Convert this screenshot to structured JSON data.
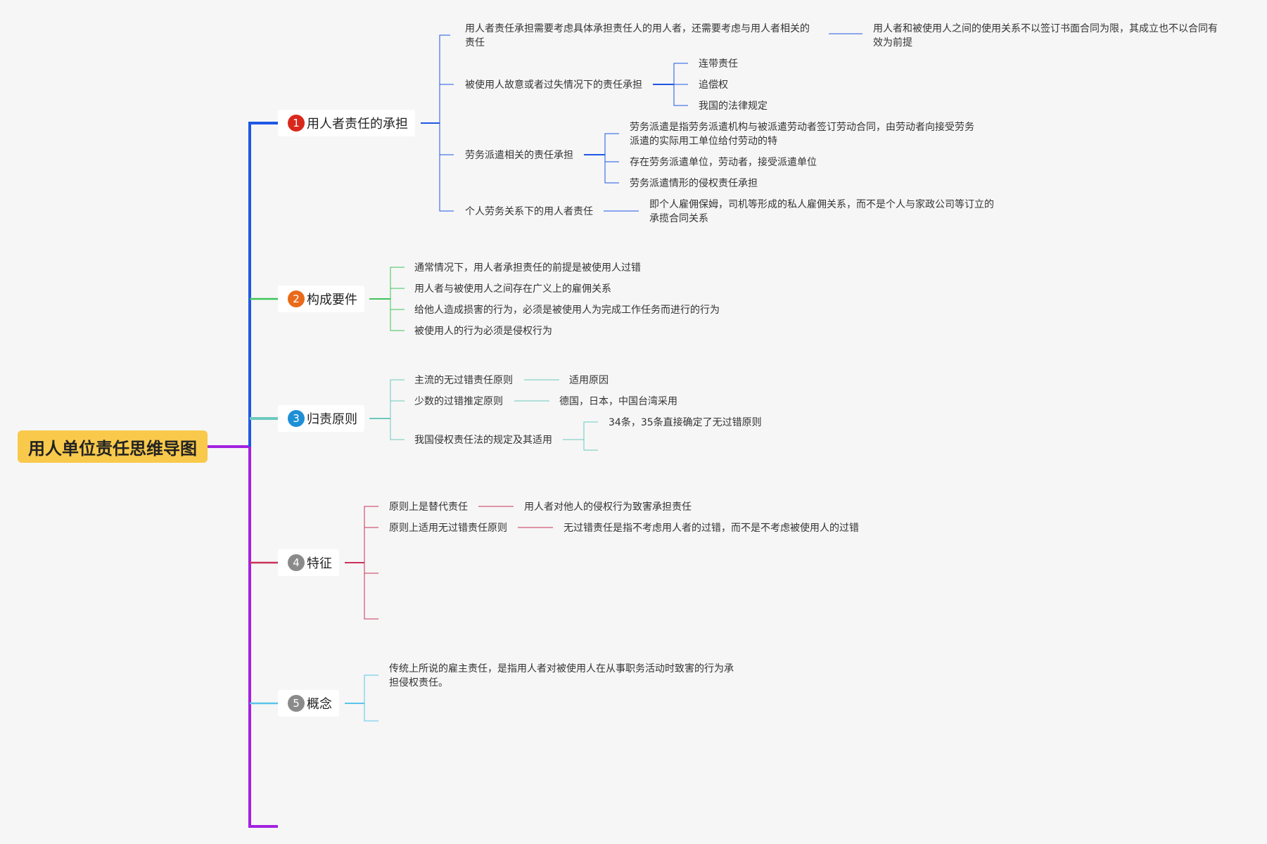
{
  "root": {
    "label": "用人单位责任思维导图",
    "color": "#f8c94b"
  },
  "branches": [
    {
      "badge": "1",
      "badge_color": "#d8291c",
      "line_color": "#1f57e6",
      "label": "用人者责任的承担",
      "children": [
        {
          "text": "用人者责任承担需要考虑具体承担责任人的用人者，还需要考虑与用人者相关的责任",
          "children": [
            {
              "text": "用人者和被使用人之间的使用关系不以签订书面合同为限，其成立也不以合同有效为前提"
            }
          ]
        },
        {
          "text": "被使用人故意或者过失情况下的责任承担",
          "children": [
            {
              "text": "连带责任"
            },
            {
              "text": "追偿权"
            },
            {
              "text": "我国的法律规定"
            }
          ]
        },
        {
          "text": "劳务派遣相关的责任承担",
          "children": [
            {
              "text": "劳务派遣是指劳务派遣机构与被派遣劳动者签订劳动合同，由劳动者向接受劳务派遣的实际用工单位给付劳动的特"
            },
            {
              "text": "存在劳务派遣单位，劳动者，接受派遣单位"
            },
            {
              "text": "劳务派遣情形的侵权责任承担"
            }
          ]
        },
        {
          "text": "个人劳务关系下的用人者责任",
          "children": [
            {
              "text": "即个人雇佣保姆，司机等形成的私人雇佣关系，而不是个人与家政公司等订立的承揽合同关系"
            }
          ]
        }
      ]
    },
    {
      "badge": "2",
      "badge_color": "#e86a1a",
      "line_color": "#3ec45a",
      "label": "构成要件",
      "children": [
        {
          "text": "通常情况下，用人者承担责任的前提是被使用人过错"
        },
        {
          "text": "用人者与被使用人之间存在广义上的雇佣关系"
        },
        {
          "text": "给他人造成损害的行为，必须是被使用人为完成工作任务而进行的行为"
        },
        {
          "text": "被使用人的行为必须是侵权行为"
        }
      ]
    },
    {
      "badge": "3",
      "badge_color": "#1e8fd6",
      "line_color": "#6cc9bd",
      "label": "归责原则",
      "children": [
        {
          "text": "主流的无过错责任原则",
          "children": [
            {
              "text": "适用原因"
            }
          ]
        },
        {
          "text": "少数的过错推定原则",
          "children": [
            {
              "text": "德国，日本，中国台湾采用"
            }
          ]
        },
        {
          "text": "我国侵权责任法的规定及其适用",
          "children": [
            {
              "text": "34条，35条直接确定了无过错原则"
            },
            {
              "text": ""
            }
          ]
        }
      ]
    },
    {
      "badge": "4",
      "badge_color": "#8a8a8a",
      "line_color": "#c8325a",
      "label": "特征",
      "children": [
        {
          "text": "原则上是替代责任",
          "children": [
            {
              "text": "用人者对他人的侵权行为致害承担责任"
            }
          ]
        },
        {
          "text": "原则上适用无过错责任原则",
          "children": [
            {
              "text": "无过错责任是指不考虑用人者的过错，而不是不考虑被使用人的过错"
            }
          ]
        },
        {
          "text": ""
        },
        {
          "text": ""
        }
      ]
    },
    {
      "badge": "5",
      "badge_color": "#8a8a8a",
      "line_color": "#5ac4ea",
      "label": "概念",
      "children": [
        {
          "text": "传统上所说的雇主责任，是指用人者对被使用人在从事职务活动时致害的行为承担侵权责任。"
        },
        {
          "text": ""
        }
      ]
    }
  ],
  "trunk_color": "#a321e0"
}
